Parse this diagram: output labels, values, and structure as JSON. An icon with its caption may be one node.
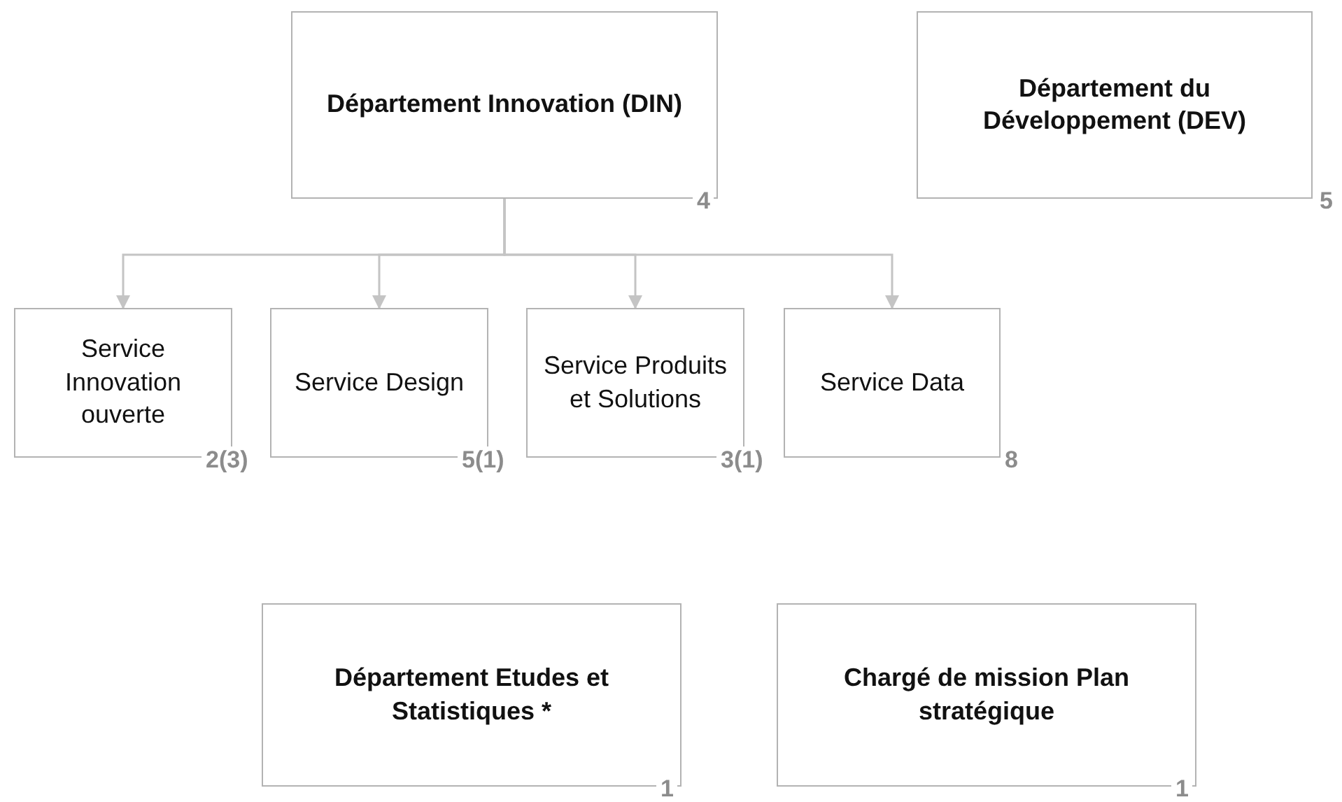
{
  "diagram": {
    "nodes": [
      {
        "text": [
          "Département Innovation (DIN)"
        ],
        "beside": [
          "4"
        ]
      },
      {
        "text": [
          "Département du Développement (DEV)"
        ],
        "beside": [
          "5"
        ]
      },
      {
        "text": [
          "Service Innovation ouverte"
        ],
        "beside": [
          "2(3)"
        ]
      },
      {
        "text": [
          "Service Design"
        ],
        "beside": [
          "5(1)"
        ]
      },
      {
        "text": [
          "Service Produits et Solutions"
        ],
        "beside": [
          "3(1)"
        ]
      },
      {
        "text": [
          "Service Data"
        ],
        "beside": [
          "8"
        ]
      },
      {
        "text": [
          "Département Etudes et Statistiques *"
        ],
        "beside": [
          "1"
        ]
      },
      {
        "text": [
          "Chargé de mission Plan stratégique"
        ],
        "beside": [
          "1"
        ]
      }
    ],
    "edges": [
      {
        "from": 0,
        "to": 2,
        "arrow": "to"
      },
      {
        "from": 0,
        "to": 3,
        "arrow": "to"
      },
      {
        "from": 0,
        "to": 4,
        "arrow": "to"
      },
      {
        "from": 0,
        "to": 5,
        "arrow": "to"
      }
    ]
  }
}
